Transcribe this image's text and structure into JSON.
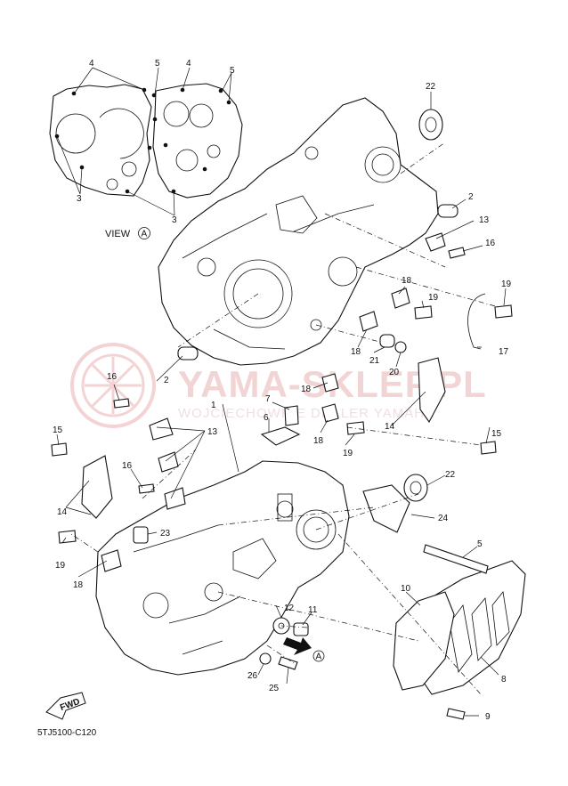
{
  "diagram_code": "5TJ5100-C120",
  "view_label": "VIEW",
  "view_marker": "A",
  "arrow_marker": "A",
  "fwd_label": "FWD",
  "watermark": {
    "title": "YAMA-SKLEP.PL",
    "subtitle": "WOJCIECHOWICE DEALER YAMAHA",
    "color": "#e9a9a9"
  },
  "callouts": [
    {
      "id": "c4a",
      "text": "4"
    },
    {
      "id": "c5a",
      "text": "5"
    },
    {
      "id": "c4b",
      "text": "4"
    },
    {
      "id": "c5b",
      "text": "5"
    },
    {
      "id": "c3a",
      "text": "3"
    },
    {
      "id": "c3b",
      "text": "3"
    },
    {
      "id": "c22a",
      "text": "22"
    },
    {
      "id": "c2a",
      "text": "2"
    },
    {
      "id": "c13a",
      "text": "13"
    },
    {
      "id": "c16a",
      "text": "16"
    },
    {
      "id": "c18a",
      "text": "18"
    },
    {
      "id": "c19a",
      "text": "19"
    },
    {
      "id": "c19b",
      "text": "19"
    },
    {
      "id": "c17",
      "text": "17"
    },
    {
      "id": "c18b",
      "text": "18"
    },
    {
      "id": "c21",
      "text": "21"
    },
    {
      "id": "c20",
      "text": "20"
    },
    {
      "id": "c2b",
      "text": "2"
    },
    {
      "id": "c16b",
      "text": "16"
    },
    {
      "id": "c18c",
      "text": "18"
    },
    {
      "id": "c7",
      "text": "7"
    },
    {
      "id": "c1",
      "text": "1"
    },
    {
      "id": "c6",
      "text": "6"
    },
    {
      "id": "c18d",
      "text": "18"
    },
    {
      "id": "c19c",
      "text": "19"
    },
    {
      "id": "c14a",
      "text": "14"
    },
    {
      "id": "c15a",
      "text": "15"
    },
    {
      "id": "c13b",
      "text": "13"
    },
    {
      "id": "c15b",
      "text": "15"
    },
    {
      "id": "c16c",
      "text": "16"
    },
    {
      "id": "c14b",
      "text": "14"
    },
    {
      "id": "c22b",
      "text": "22"
    },
    {
      "id": "c24",
      "text": "24"
    },
    {
      "id": "c23",
      "text": "23"
    },
    {
      "id": "c19d",
      "text": "19"
    },
    {
      "id": "c5c",
      "text": "5"
    },
    {
      "id": "c18e",
      "text": "18"
    },
    {
      "id": "c10",
      "text": "10"
    },
    {
      "id": "c12",
      "text": "12"
    },
    {
      "id": "c11",
      "text": "11"
    },
    {
      "id": "c26",
      "text": "26"
    },
    {
      "id": "c25",
      "text": "25"
    },
    {
      "id": "c8",
      "text": "8"
    },
    {
      "id": "c9",
      "text": "9"
    }
  ]
}
